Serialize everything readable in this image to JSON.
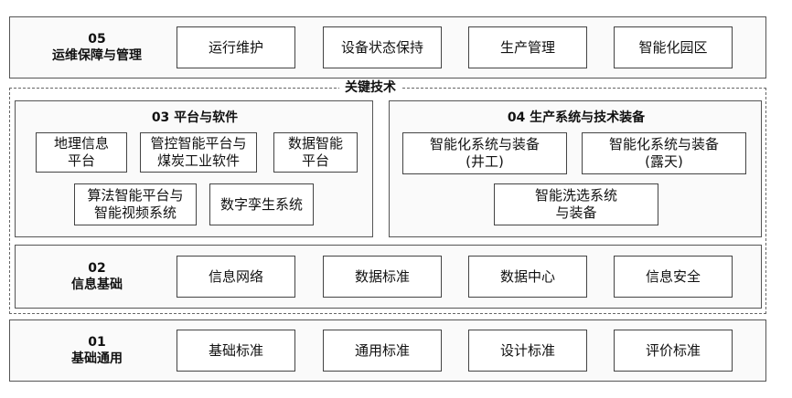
{
  "layers": {
    "layer05": {
      "num": "05",
      "title": "运维保障与管理",
      "items": [
        "运行维护",
        "设备状态保持",
        "生产管理",
        "智能化园区"
      ]
    },
    "key_tech": {
      "title": "关键技术",
      "platform": {
        "title": "03 平台与软件",
        "items": [
          "地理信息\n平台",
          "管控智能平台与\n煤炭工业软件",
          "数据智能\n平台",
          "算法智能平台与\n智能视频系统",
          "数字孪生系统"
        ]
      },
      "production": {
        "title": "04 生产系统与技术装备",
        "items": [
          "智能化系统与装备\n(井工)",
          "智能化系统与装备\n(露天)",
          "智能洗选系统\n与装备"
        ]
      }
    },
    "layer02": {
      "num": "02",
      "title": "信息基础",
      "items": [
        "信息网络",
        "数据标准",
        "数据中心",
        "信息安全"
      ]
    },
    "layer01": {
      "num": "01",
      "title": "基础通用",
      "items": [
        "基础标准",
        "通用标准",
        "设计标准",
        "评价标准"
      ]
    }
  }
}
